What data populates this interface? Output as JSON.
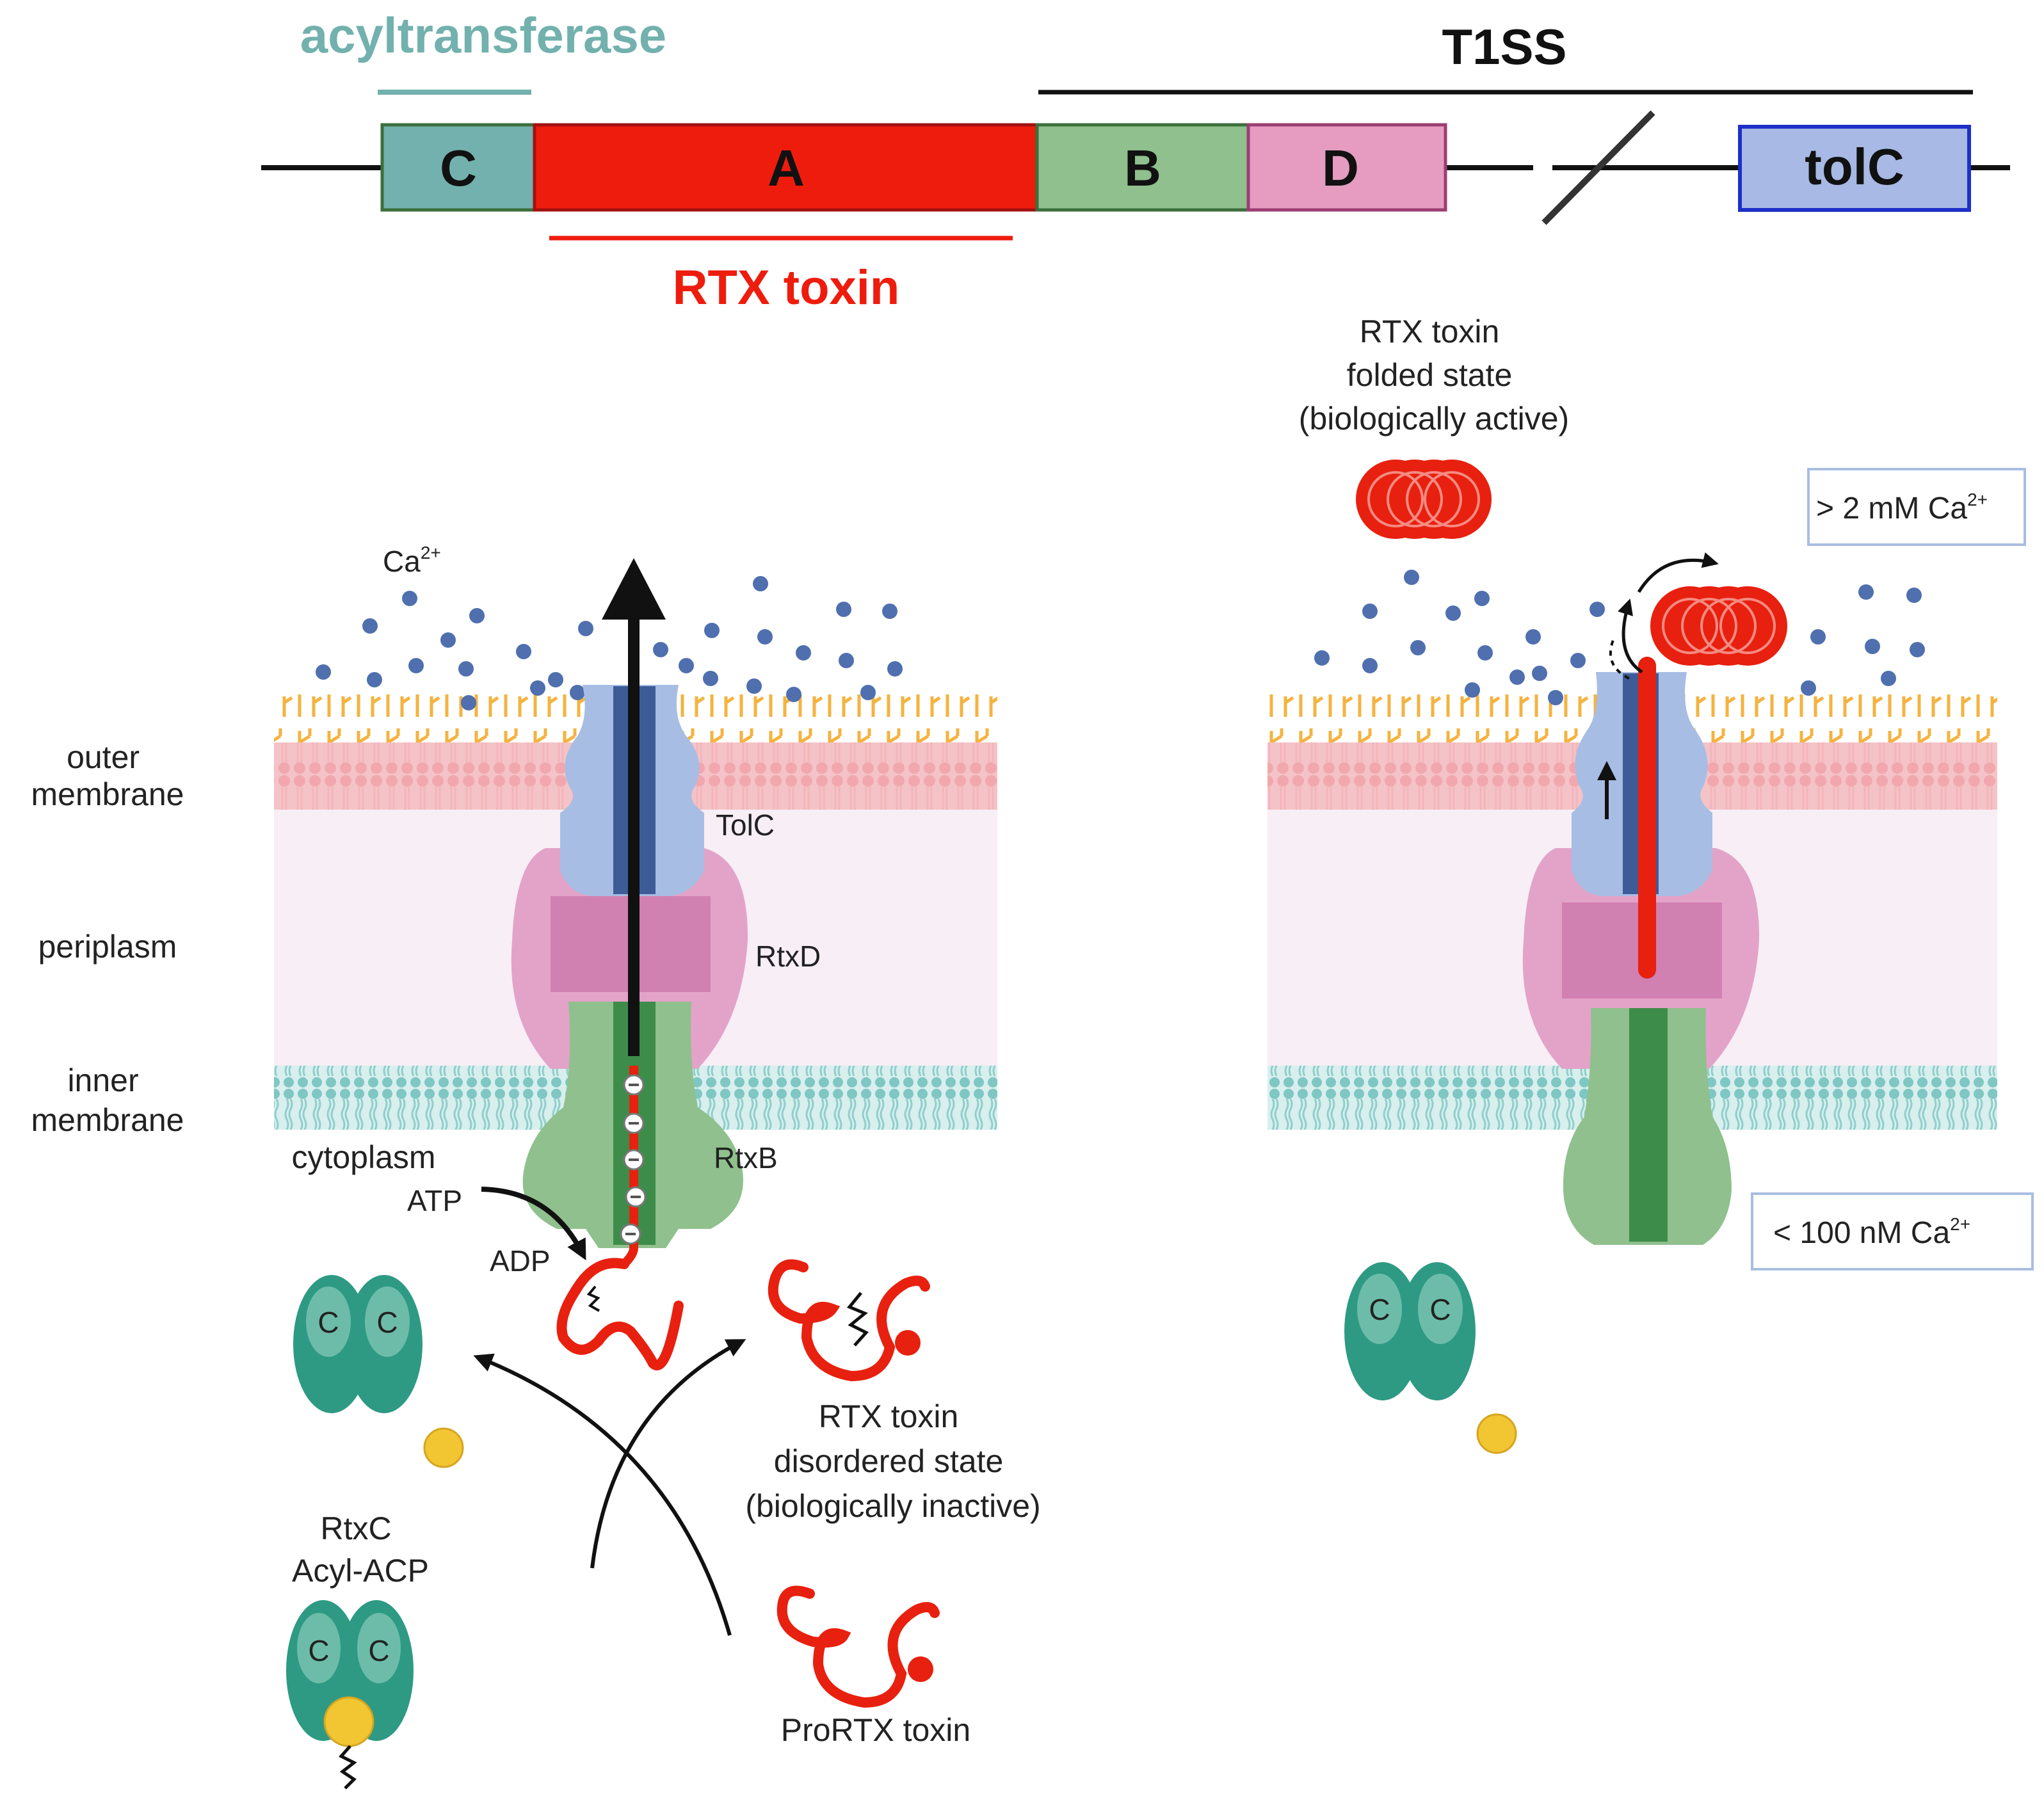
{
  "operon": {
    "acyltransferase_label": "acyltransferase",
    "t1ss_label": "T1SS",
    "rtx_toxin_label": "RTX toxin",
    "genes": [
      {
        "label": "C",
        "color": "#72b1ad"
      },
      {
        "label": "A",
        "color": "#ee1c0d"
      },
      {
        "label": "B",
        "color": "#8fc08d"
      },
      {
        "label": "D",
        "color": "#e59cc0"
      },
      {
        "label": "tolC",
        "color": "#a7b9e4"
      }
    ],
    "colors": {
      "acyltransferase": "#72b1ad",
      "rtx": "#ee1c0d",
      "tolc_border": "#1d2fc8"
    }
  },
  "left_panel": {
    "ca_label": "Ca",
    "ca_sup": "2+",
    "layers": {
      "outer_membrane": [
        "outer",
        "membrane"
      ],
      "periplasm": "periplasm",
      "inner_membrane": [
        "inner",
        "membrane"
      ],
      "cytoplasm": "cytoplasm"
    },
    "proteins": {
      "tolc": "TolC",
      "rtxd": "RtxD",
      "rtxb": "RtxB"
    },
    "atp": "ATP",
    "adp": "ADP",
    "acyltransferase_subunit": "C",
    "rtxc_label": [
      "RtxC",
      "Acyl-ACP"
    ],
    "disordered_label": [
      "RTX toxin",
      "disordered state",
      "(biologically inactive)"
    ],
    "prortx_label": "ProRTX toxin"
  },
  "right_panel": {
    "folded_label": [
      "RTX toxin",
      "folded state",
      "(biologically active)"
    ],
    "high_ca": "> 2 mM Ca",
    "low_ca": "< 100 nM Ca",
    "ca_sup": "2+"
  },
  "colors": {
    "calcium_ion": "#4f6fae",
    "lps": "#f4b340",
    "outer_membrane": "#f4c3c7",
    "periplasm": "#f7eef6",
    "inner_membrane": "#8fcfcb",
    "tolc": "#a7bde3",
    "tolc_dark": "#3d5c97",
    "rtxd": "#d887b7",
    "rtxb": "#8fc08d",
    "rtxb_dark": "#3e8c4a",
    "toxin": "#e8200f",
    "acyltransferase_enzyme": "#2e9a83",
    "acyl_acp": "#f2c533"
  }
}
